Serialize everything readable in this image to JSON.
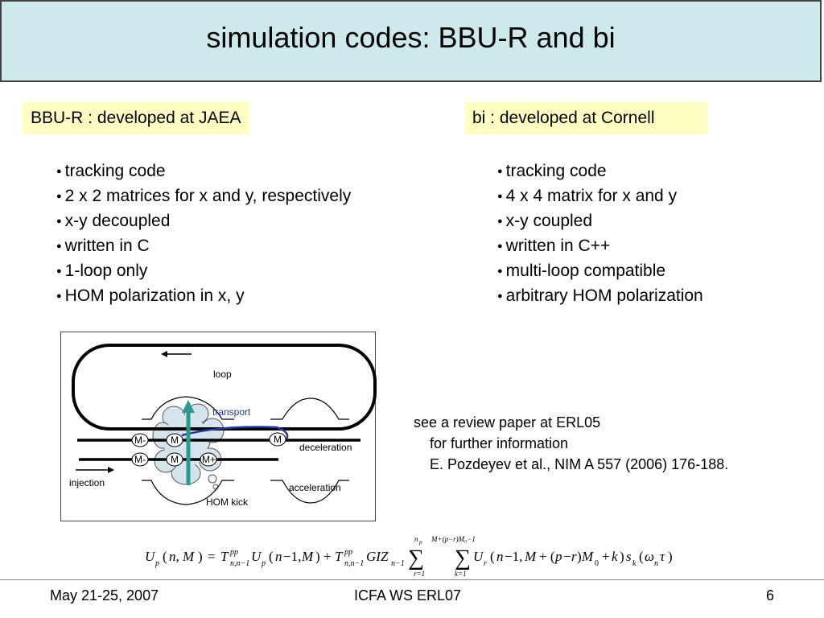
{
  "title": "simulation codes: BBU-R and bi",
  "left": {
    "header": "BBU-R : developed at JAEA",
    "items": [
      "tracking code",
      "2 x 2 matrices for x and y, respectively",
      "x-y decoupled",
      "written in C",
      "1-loop only",
      "HOM polarization in x, y"
    ]
  },
  "right": {
    "header": "bi : developed at Cornell",
    "items": [
      "tracking code",
      "4 x 4 matrix for x and y",
      "x-y coupled",
      "written in C++",
      "multi-loop compatible",
      "arbitrary HOM polarization"
    ]
  },
  "diagram": {
    "loop": "loop",
    "transport": "transport",
    "deceleration": "deceleration",
    "acceleration": "acceleration",
    "injection": "injection",
    "hom_kick": "HOM kick",
    "m_minus": "M-",
    "m": "M",
    "m_plus": "M+"
  },
  "review": {
    "line1": "see a review paper at ERL05",
    "line2": "for further information",
    "line3": "E. Pozdeyev et al., NIM A 557 (2006) 176-188."
  },
  "formula": {
    "lhs": "U",
    "text": "U_p(n,M) = T^pp_{n,n-1} U_p(n-1,M) + T^pp_{n,n-1} GIZ_{n-1} Σ_{r=1}^{n_p} Σ_{k=1}^{M+(p-r)M_0-1} U_r(n-1, M+(p-r)M_0+k) s_k(ω_n τ)"
  },
  "footer": {
    "date": "May 21-25, 2007",
    "event": "ICFA WS ERL07",
    "page": "6"
  }
}
